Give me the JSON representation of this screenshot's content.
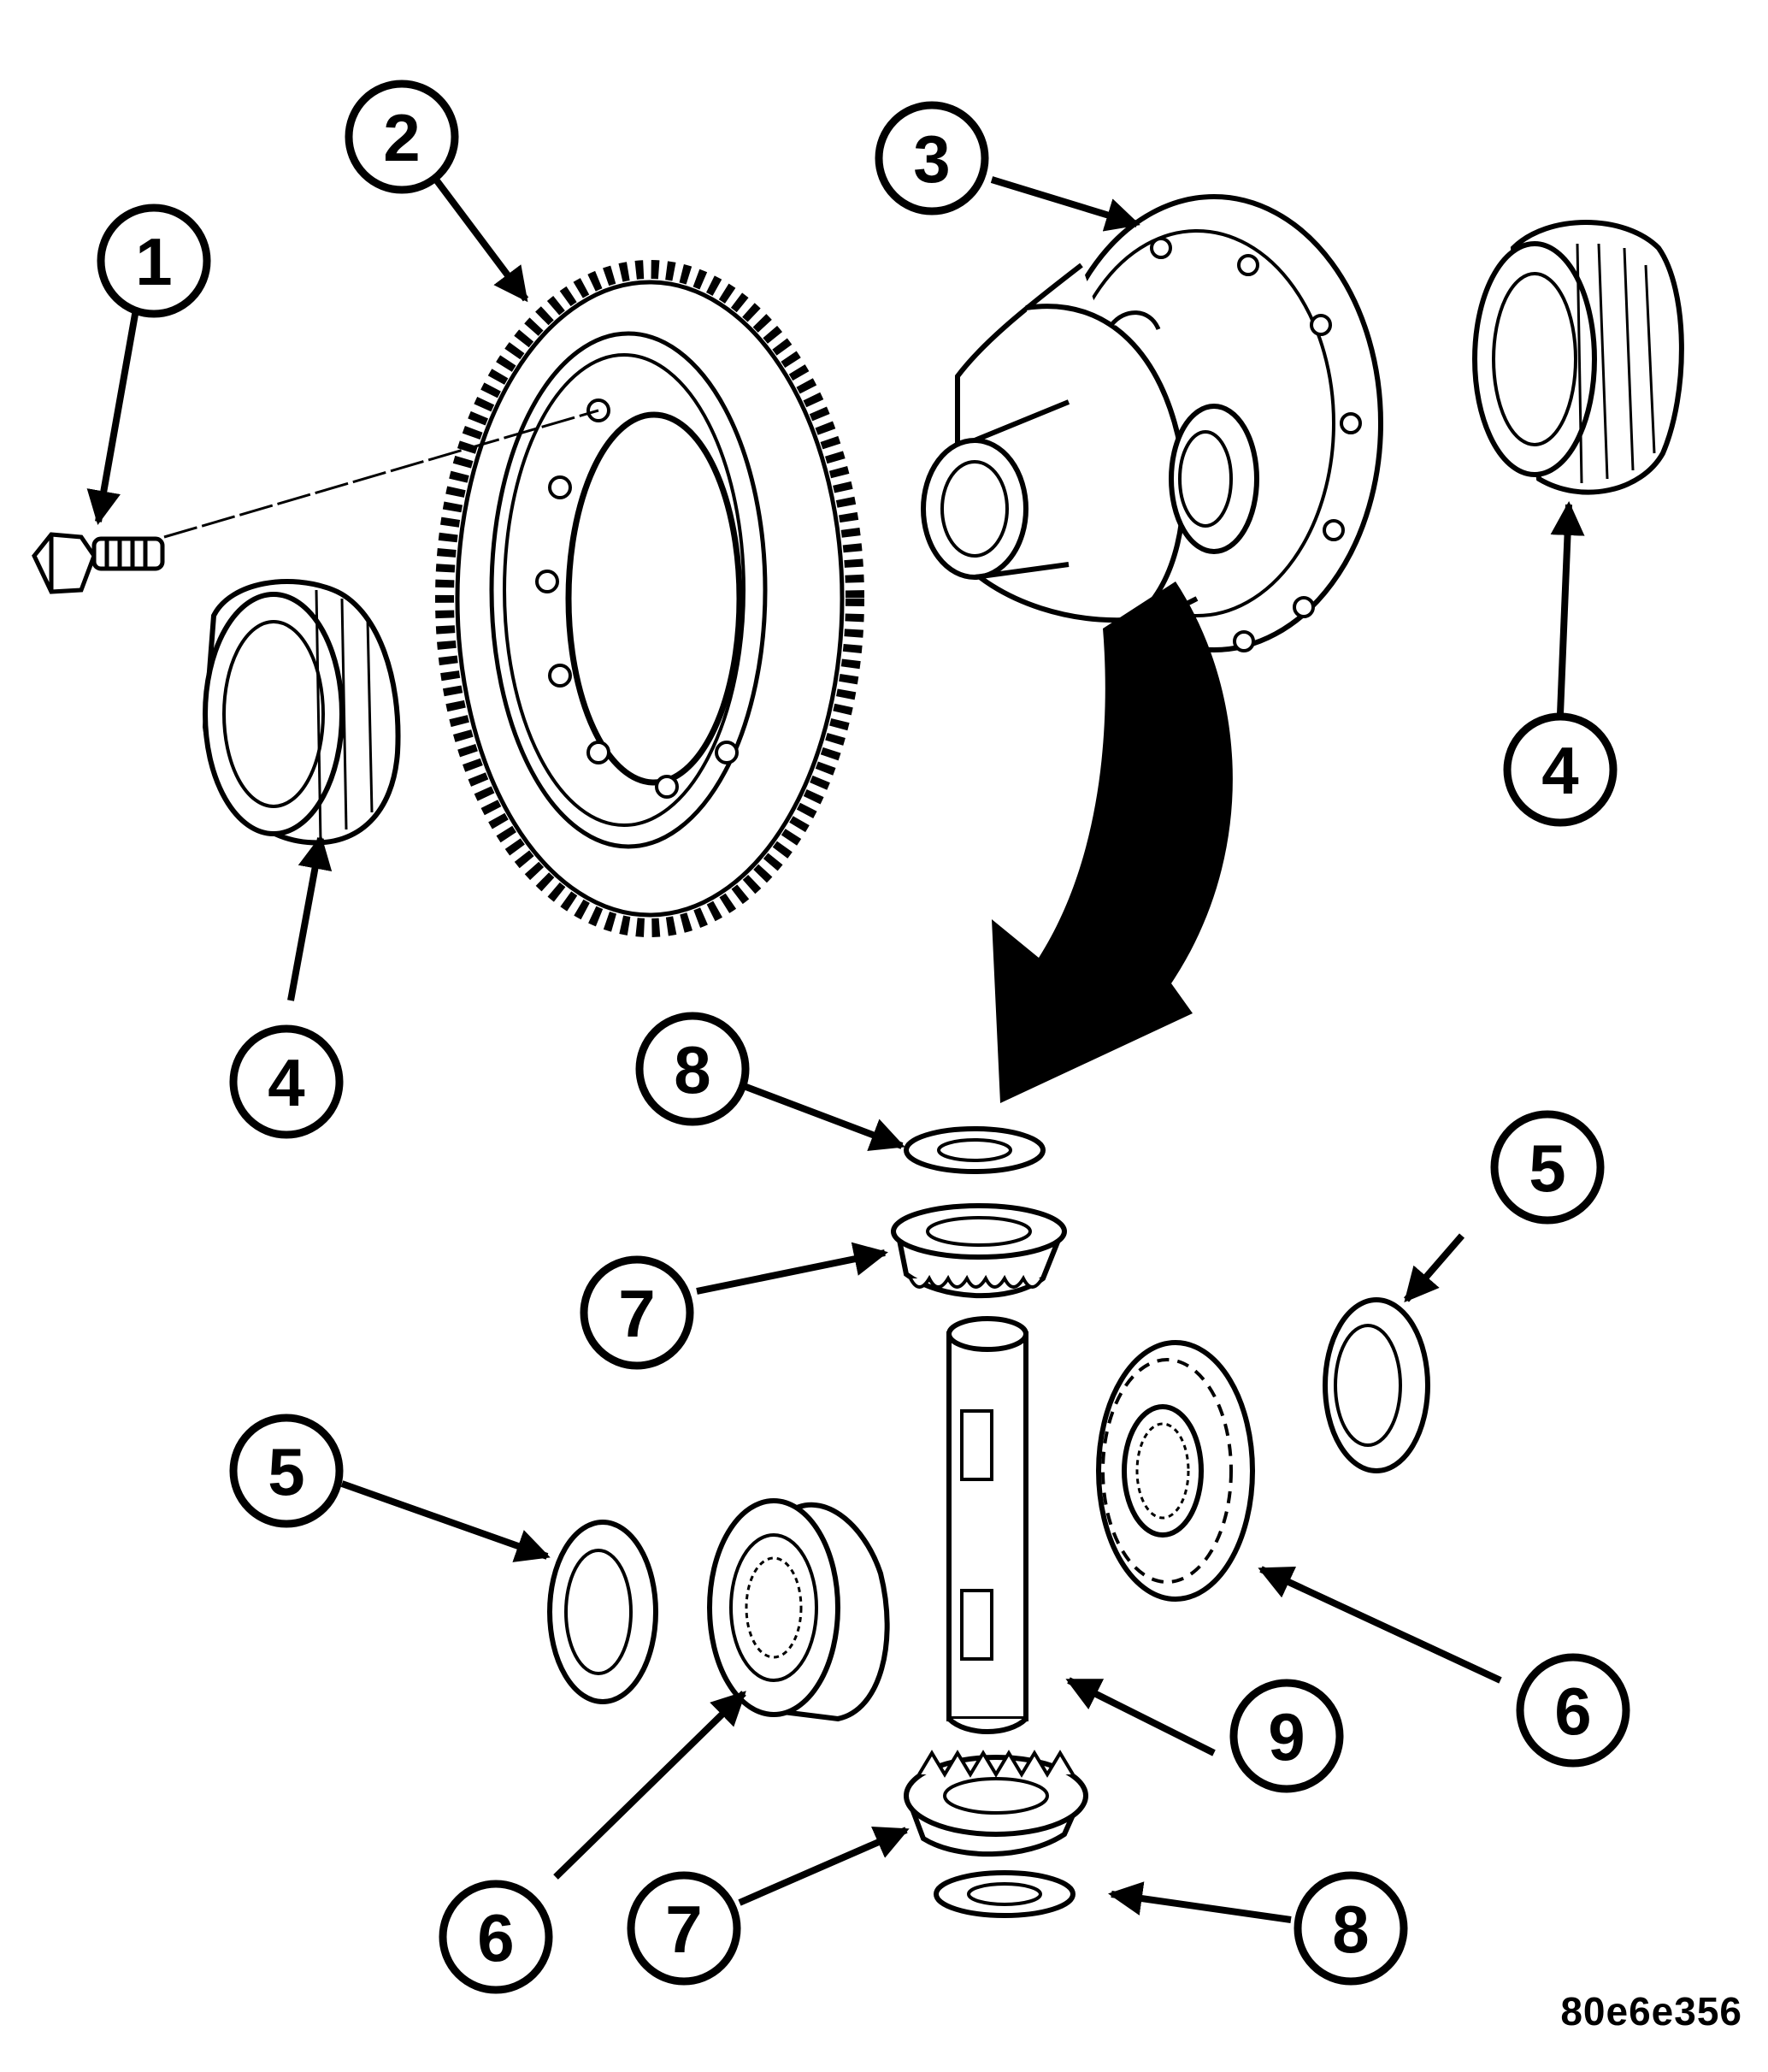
{
  "diagram": {
    "figure_code": "80e6e356",
    "callouts": [
      {
        "id": "c1",
        "label": "1"
      },
      {
        "id": "c2",
        "label": "2"
      },
      {
        "id": "c3",
        "label": "3"
      },
      {
        "id": "c4a",
        "label": "4"
      },
      {
        "id": "c4b",
        "label": "4"
      },
      {
        "id": "c5a",
        "label": "5"
      },
      {
        "id": "c5b",
        "label": "5"
      },
      {
        "id": "c6a",
        "label": "6"
      },
      {
        "id": "c6b",
        "label": "6"
      },
      {
        "id": "c7a",
        "label": "7"
      },
      {
        "id": "c7b",
        "label": "7"
      },
      {
        "id": "c8a",
        "label": "8"
      },
      {
        "id": "c8b",
        "label": "8"
      },
      {
        "id": "c9",
        "label": "9"
      }
    ]
  }
}
